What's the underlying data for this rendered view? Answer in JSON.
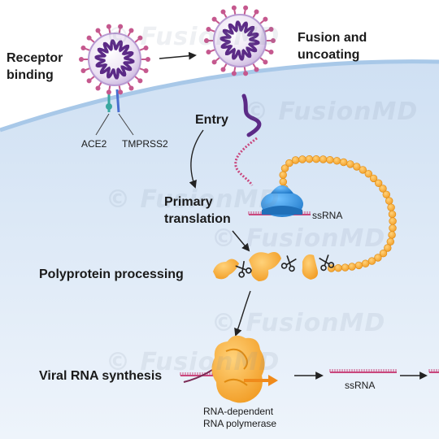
{
  "labels": {
    "receptor_binding": [
      "Receptor",
      "binding"
    ],
    "fusion_uncoating": [
      "Fusion and",
      "uncoating"
    ],
    "ace2": "ACE2",
    "tmprss2": "TMPRSS2",
    "entry": "Entry",
    "primary_translation": [
      "Primary",
      "translation"
    ],
    "ssrna_1": "ssRNA",
    "polyprotein_processing": "Polyprotein processing",
    "viral_rna_synthesis": "Viral RNA synthesis",
    "ssrna_2": "ssRNA",
    "rdrp": [
      "RNA-dependent",
      "RNA polymerase"
    ]
  },
  "watermark": "© FusionMD",
  "colors": {
    "cell_fill": "#dce9f6",
    "membrane": "#a8c8e8",
    "virus_purple": "#5b2a86",
    "spike_pink": "#c5588e",
    "protein_orange": "#f5a623",
    "ribosome_blue": "#2c8ee0",
    "rna_pink": "#c9477d"
  },
  "icons": [
    "virus-icon",
    "ribosome-icon",
    "scissors-icon",
    "polymerase-icon"
  ]
}
